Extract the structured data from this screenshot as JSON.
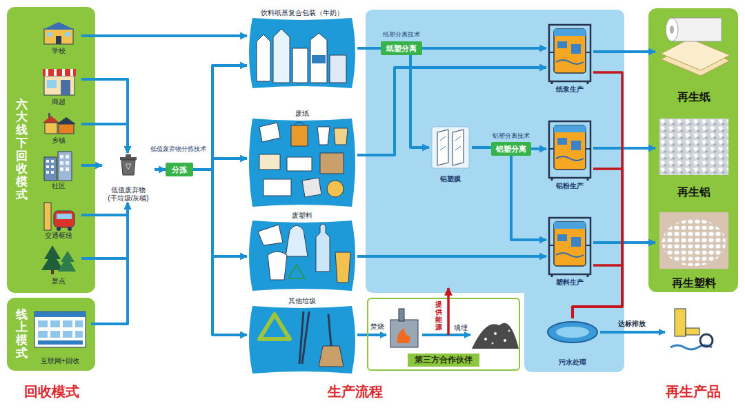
{
  "diagram": {
    "nodes": [
      {
        "text": [
          "六大线下回收模式"
        ]
      },
      {
        "text": [
          "学校"
        ],
        "in": 0
      },
      {
        "text": [
          "商超"
        ],
        "in": 0
      },
      {
        "text": [
          "乡镇"
        ],
        "in": 0
      },
      {
        "text": [
          "社区"
        ],
        "in": 0
      },
      {
        "text": [
          "交通枢纽"
        ],
        "in": 0
      },
      {
        "text": [
          "景点"
        ],
        "in": 0
      },
      {
        "text": [
          "线上模式"
        ]
      },
      {
        "text": [
          "互联网+回收"
        ],
        "in": 7
      },
      {
        "text": [
          "低值废弃物 (干垃圾/灰桶)"
        ]
      },
      {
        "text": [
          "分拣"
        ]
      },
      {
        "text": [
          "饮料纸基复合包装（牛奶）"
        ]
      },
      {
        "text": [
          "废纸"
        ]
      },
      {
        "text": [
          "废塑料"
        ]
      },
      {
        "text": [
          "其他垃圾"
        ]
      },
      {
        "text": [
          "纸塑分离"
        ]
      },
      {
        "text": [
          "铝塑膜"
        ]
      },
      {
        "text": [
          "铝塑分离"
        ]
      },
      {
        "text": [
          "纸浆生产"
        ]
      },
      {
        "text": [
          "铝粉生产"
        ]
      },
      {
        "text": [
          "塑料生产"
        ]
      },
      {
        "text": [
          "污水处理"
        ]
      },
      {
        "text": [
          "第三方合作伙伴"
        ]
      },
      {
        "text": [
          "再生纸"
        ]
      },
      {
        "text": [
          "再生铝"
        ]
      },
      {
        "text": [
          "再生塑料"
        ]
      }
    ],
    "edges": [
      {
        "from": 1,
        "to": 11,
        "arrow": "to"
      },
      {
        "from": 2,
        "to": 9,
        "arrow": "to"
      },
      {
        "from": 3,
        "to": 9,
        "arrow": "to"
      },
      {
        "from": 4,
        "to": 9,
        "arrow": "to"
      },
      {
        "from": 5,
        "to": 9,
        "arrow": "to"
      },
      {
        "from": 6,
        "to": 9,
        "arrow": "to"
      },
      {
        "from": 8,
        "to": 9,
        "arrow": "to"
      },
      {
        "from": 9,
        "to": 10,
        "arrow": "to"
      },
      {
        "from": 10,
        "to": 11,
        "arrow": "to"
      },
      {
        "from": 10,
        "to": 12,
        "arrow": "to"
      },
      {
        "from": 10,
        "to": 13,
        "arrow": "to"
      },
      {
        "from": 10,
        "to": 14,
        "arrow": "to"
      },
      {
        "from": 11,
        "to": 15,
        "arrow": "none"
      },
      {
        "from": 15,
        "to": 18,
        "arrow": "to"
      },
      {
        "from": 15,
        "to": 16,
        "arrow": "to"
      },
      {
        "from": 12,
        "to": 18,
        "arrow": "to"
      },
      {
        "from": 16,
        "to": 17,
        "arrow": "none"
      },
      {
        "from": 17,
        "to": 19,
        "arrow": "to"
      },
      {
        "from": 17,
        "to": 20,
        "arrow": "to"
      },
      {
        "from": 13,
        "to": 20,
        "arrow": "to"
      },
      {
        "from": 14,
        "to": 22,
        "arrow": "none"
      },
      {
        "from": 18,
        "to": 23,
        "arrow": "to"
      },
      {
        "from": 19,
        "to": 24,
        "arrow": "to"
      },
      {
        "from": 20,
        "to": 25,
        "arrow": "to"
      },
      {
        "from": 18,
        "to": 21,
        "arrow": "none"
      },
      {
        "from": 19,
        "to": 21,
        "arrow": "none"
      },
      {
        "from": 20,
        "to": 21,
        "arrow": "none"
      }
    ],
    "labels": [
      "低值废弃物分拣技术",
      "纸塑分离技术",
      "铝塑分离技术",
      "焚烧",
      "填埋",
      "提供能源",
      "达标排放",
      "回收模式",
      "生产流程",
      "再生产品"
    ]
  }
}
